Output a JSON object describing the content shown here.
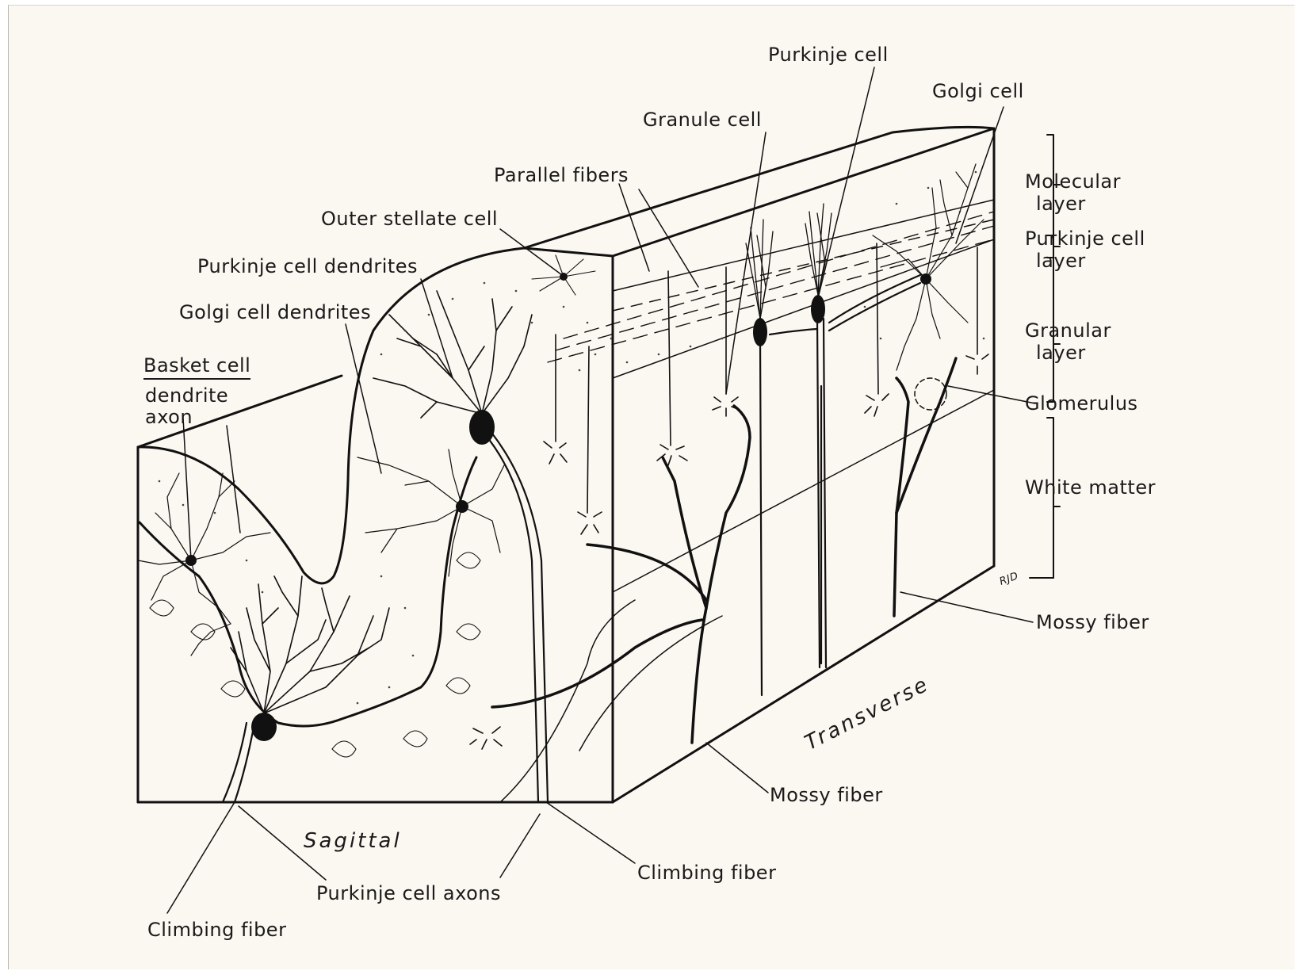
{
  "labels": {
    "purkinje_cell": "Purkinje cell",
    "golgi_cell": "Golgi cell",
    "granule_cell": "Granule cell",
    "parallel_fibers": "Parallel fibers",
    "outer_stellate_cell": "Outer stellate cell",
    "purkinje_cell_dendrites": "Purkinje cell dendrites",
    "golgi_cell_dendrites": "Golgi cell dendrites",
    "basket_cell": "Basket cell",
    "basket_dendrite": "dendrite",
    "basket_axon": "axon",
    "molecular_layer_1": "Molecular",
    "molecular_layer_2": "layer",
    "purkinje_cell_layer_1": "Purkinje cell",
    "purkinje_cell_layer_2": "layer",
    "granular_layer_1": "Granular",
    "granular_layer_2": "layer",
    "glomerulus": "Glomerulus",
    "white_matter": "White matter",
    "mossy_fiber_right": "Mossy fiber",
    "mossy_fiber_bottom": "Mossy fiber",
    "climbing_fiber_center": "Climbing fiber",
    "climbing_fiber_left": "Climbing fiber",
    "purkinje_cell_axons": "Purkinje cell axons",
    "sagittal": "Sagittal",
    "transverse": "Transverse",
    "signature": "RJD"
  }
}
